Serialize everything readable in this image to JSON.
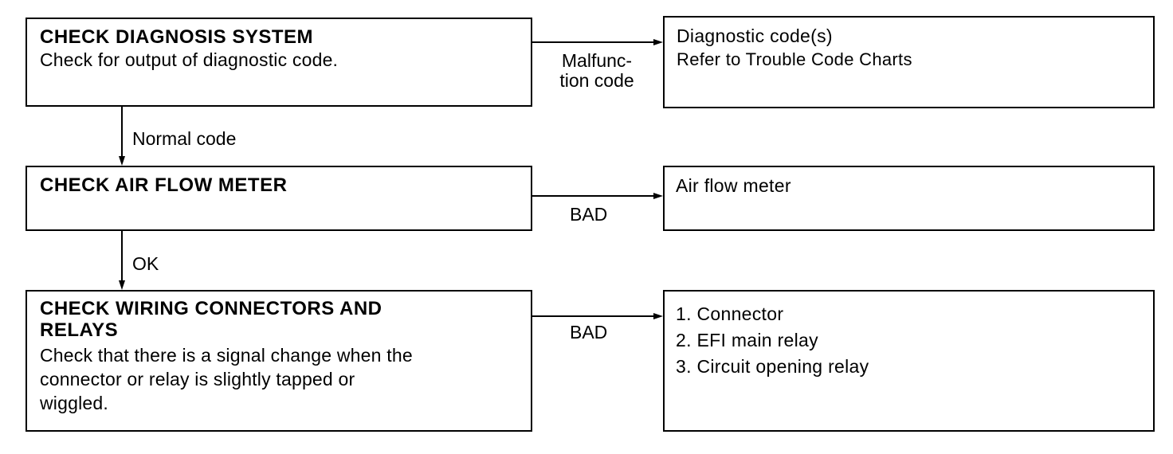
{
  "steps": [
    {
      "title_lines": [
        "CHECK DIAGNOSIS SYSTEM"
      ],
      "description_lines": [
        "Check for output of diagnostic code."
      ],
      "branch_label_lines": [
        "Malfunc-",
        "tion code"
      ],
      "result_lines": [
        "Diagnostic code(s)"
      ],
      "result_note": "Refer to Trouble Code Charts",
      "next_label": "Normal code"
    },
    {
      "title_lines": [
        "CHECK AIR FLOW METER"
      ],
      "description_lines": [],
      "branch_label_lines": [
        "BAD"
      ],
      "result_lines": [
        "Air flow meter"
      ],
      "next_label": "OK"
    },
    {
      "title_lines": [
        "CHECK WIRING CONNECTORS AND",
        "RELAYS"
      ],
      "description_lines": [
        "Check that there is a signal change when the",
        "connector or relay is slightly tapped or",
        "wiggled."
      ],
      "branch_label_lines": [
        "BAD"
      ],
      "result_lines": [
        "1. Connector",
        "2. EFI main relay",
        "3. Circuit opening relay"
      ]
    }
  ]
}
